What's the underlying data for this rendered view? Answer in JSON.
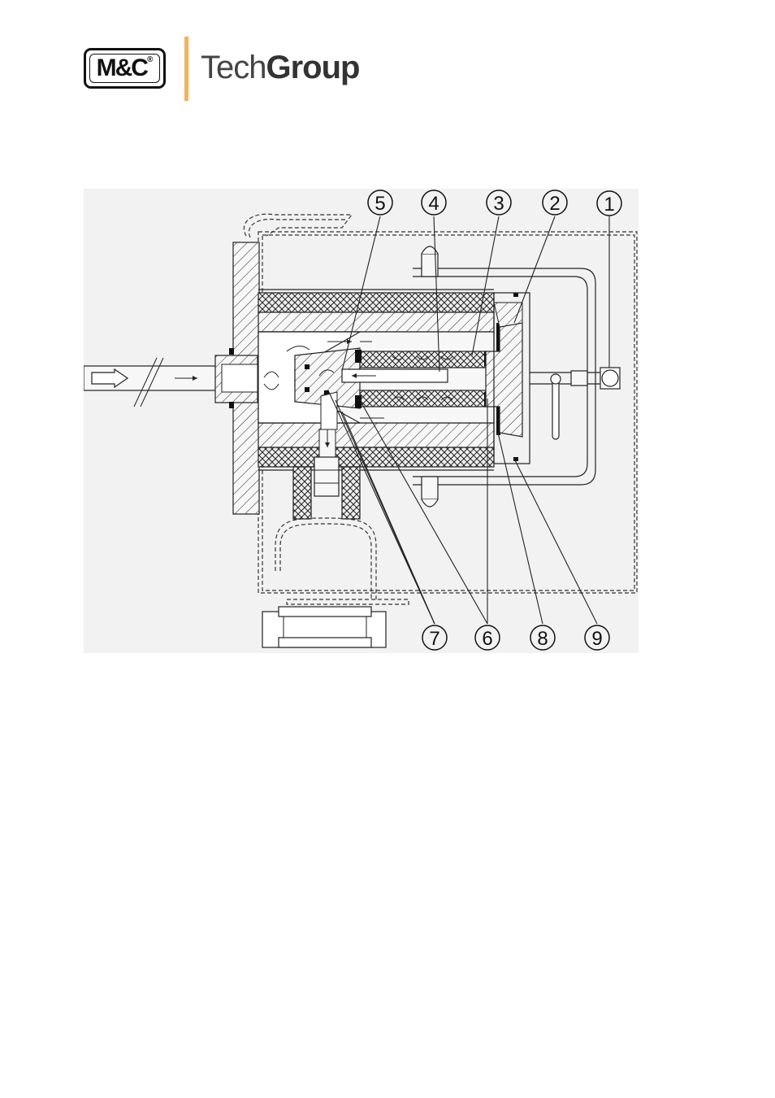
{
  "header": {
    "logo_text": "M&C",
    "logo_mark": "®",
    "brand_light": "Tech",
    "brand_bold": "Group",
    "divider_color": "#f2b25c"
  },
  "diagram": {
    "callouts": [
      "1",
      "2",
      "3",
      "4",
      "5",
      "6",
      "7",
      "8",
      "9"
    ]
  }
}
